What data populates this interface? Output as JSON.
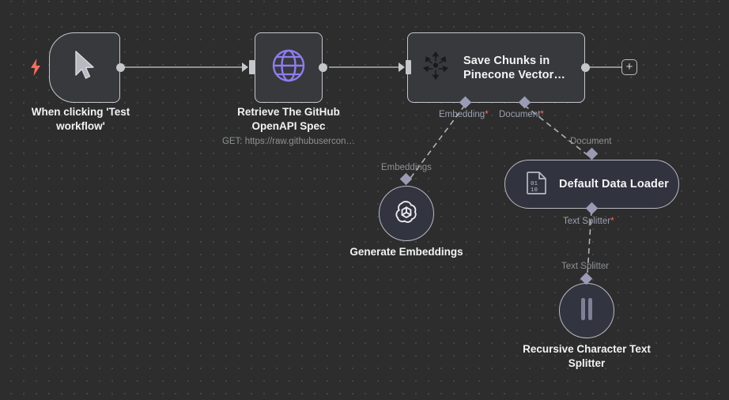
{
  "canvas": {
    "background_color": "#2d2d2d",
    "grid_dot_color": "#484848",
    "accent_required_color": "#ff6d5a",
    "edge_color": "#b0b2b5"
  },
  "nodes": [
    {
      "id": "manual-trigger",
      "name": "When clicking 'Test workflow'",
      "icon": "cursor-pointer-icon",
      "badge_icon": "lightning-bolt-icon",
      "shape": "trigger"
    },
    {
      "id": "http-request",
      "name": "Retrieve The GitHub OpenAPI Spec",
      "subtitle": "GET: https://raw.githubusercon…",
      "icon": "globe-icon",
      "shape": "square"
    },
    {
      "id": "pinecone-vector-store",
      "name": "Save Chunks in Pinecone Vector…",
      "icon": "pinecone-icon",
      "shape": "rect"
    },
    {
      "id": "embeddings-openai",
      "name": "Generate Embeddings",
      "icon": "openai-icon",
      "shape": "circle"
    },
    {
      "id": "default-data-loader",
      "name": "Default Data Loader",
      "icon": "binary-document-icon",
      "shape": "pill"
    },
    {
      "id": "recursive-character-text-splitter",
      "name": "Recursive Character Text Splitter",
      "icon": "text-splitter-bars-icon",
      "shape": "circle"
    }
  ],
  "connection_labels": {
    "embedding_required": "Embedding",
    "document_required": "Document",
    "embeddings": "Embeddings",
    "document": "Document",
    "text_splitter_required": "Text Splitter",
    "text_splitter": "Text Splitter"
  },
  "controls": {
    "add_node_label": "+"
  }
}
